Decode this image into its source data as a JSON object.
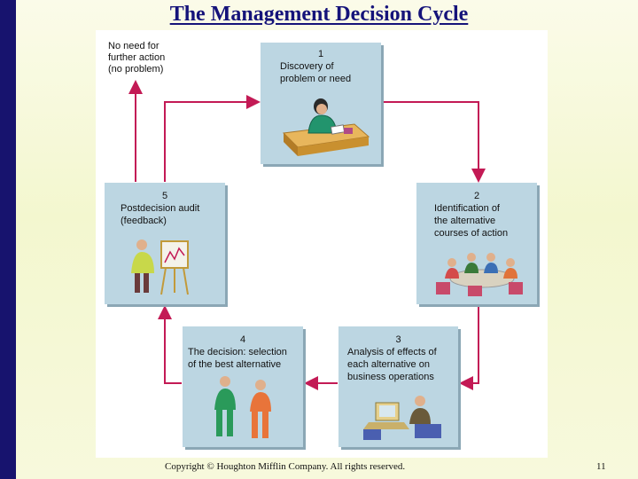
{
  "slide": {
    "title": "The Management Decision Cycle",
    "copyright": "Copyright © Houghton Mifflin Company. All rights reserved.",
    "page_number": "11"
  },
  "no_action_note": {
    "lines": [
      "No need for",
      "further action",
      "(no problem)"
    ]
  },
  "steps": [
    {
      "number": "1",
      "lines": [
        "Discovery of",
        "problem or need"
      ]
    },
    {
      "number": "2",
      "lines": [
        "Identification of",
        "the alternative",
        "courses of action"
      ]
    },
    {
      "number": "3",
      "lines": [
        "Analysis of effects of",
        "each alternative on",
        "business operations"
      ]
    },
    {
      "number": "4",
      "lines": [
        "The decision: selection",
        "of the best alternative"
      ]
    },
    {
      "number": "5",
      "lines": [
        "Postdecision audit",
        "(feedback)"
      ]
    }
  ],
  "colors": {
    "arrow": "#c31a55",
    "card": "#bcd6e2",
    "title": "#15137a",
    "left_bar": "#17136e"
  }
}
